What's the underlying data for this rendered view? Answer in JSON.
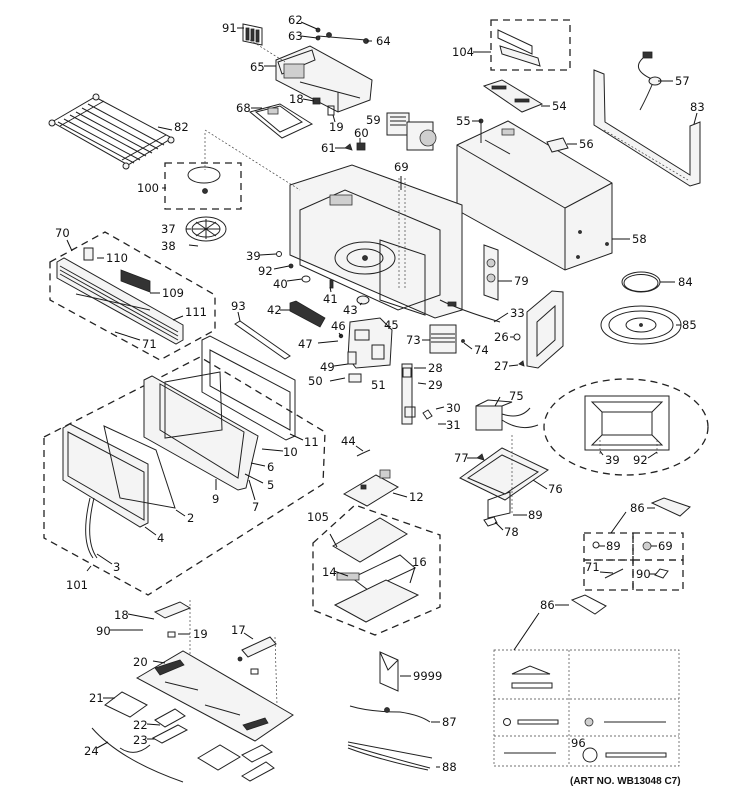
{
  "diagram": {
    "title": "Microwave oven exploded parts diagram",
    "art_number": "(ART NO. WB13048 C7)",
    "callouts": [
      {
        "id": "91",
        "text": "91"
      },
      {
        "id": "62",
        "text": "62"
      },
      {
        "id": "63",
        "text": "63"
      },
      {
        "id": "64",
        "text": "64"
      },
      {
        "id": "65",
        "text": "65"
      },
      {
        "id": "68",
        "text": "68"
      },
      {
        "id": "18a",
        "text": "18"
      },
      {
        "id": "19a",
        "text": "19"
      },
      {
        "id": "82",
        "text": "82"
      },
      {
        "id": "59",
        "text": "59"
      },
      {
        "id": "60",
        "text": "60"
      },
      {
        "id": "61",
        "text": "61"
      },
      {
        "id": "104",
        "text": "104"
      },
      {
        "id": "54",
        "text": "54"
      },
      {
        "id": "55",
        "text": "55"
      },
      {
        "id": "56",
        "text": "56"
      },
      {
        "id": "57",
        "text": "57"
      },
      {
        "id": "83",
        "text": "83"
      },
      {
        "id": "69a",
        "text": "69"
      },
      {
        "id": "100",
        "text": "100"
      },
      {
        "id": "37",
        "text": "37"
      },
      {
        "id": "38",
        "text": "38"
      },
      {
        "id": "39a",
        "text": "39"
      },
      {
        "id": "92a",
        "text": "92"
      },
      {
        "id": "40",
        "text": "40"
      },
      {
        "id": "41",
        "text": "41"
      },
      {
        "id": "43",
        "text": "43"
      },
      {
        "id": "58",
        "text": "58"
      },
      {
        "id": "79",
        "text": "79"
      },
      {
        "id": "84",
        "text": "84"
      },
      {
        "id": "85",
        "text": "85"
      },
      {
        "id": "70",
        "text": "70"
      },
      {
        "id": "110",
        "text": "110"
      },
      {
        "id": "109",
        "text": "109"
      },
      {
        "id": "111",
        "text": "111"
      },
      {
        "id": "71a",
        "text": "71"
      },
      {
        "id": "93",
        "text": "93"
      },
      {
        "id": "42",
        "text": "42"
      },
      {
        "id": "46",
        "text": "46"
      },
      {
        "id": "45",
        "text": "45"
      },
      {
        "id": "47",
        "text": "47"
      },
      {
        "id": "49",
        "text": "49"
      },
      {
        "id": "50",
        "text": "50"
      },
      {
        "id": "51",
        "text": "51"
      },
      {
        "id": "33",
        "text": "33"
      },
      {
        "id": "26",
        "text": "26"
      },
      {
        "id": "27",
        "text": "27"
      },
      {
        "id": "73",
        "text": "73"
      },
      {
        "id": "74",
        "text": "74"
      },
      {
        "id": "28",
        "text": "28"
      },
      {
        "id": "29",
        "text": "29"
      },
      {
        "id": "30",
        "text": "30"
      },
      {
        "id": "31",
        "text": "31"
      },
      {
        "id": "75",
        "text": "75"
      },
      {
        "id": "39b",
        "text": "39"
      },
      {
        "id": "92b",
        "text": "92"
      },
      {
        "id": "11",
        "text": "11"
      },
      {
        "id": "10",
        "text": "10"
      },
      {
        "id": "6",
        "text": "6"
      },
      {
        "id": "5",
        "text": "5"
      },
      {
        "id": "7",
        "text": "7"
      },
      {
        "id": "9",
        "text": "9"
      },
      {
        "id": "2",
        "text": "2"
      },
      {
        "id": "4",
        "text": "4"
      },
      {
        "id": "3",
        "text": "3"
      },
      {
        "id": "101",
        "text": "101"
      },
      {
        "id": "44",
        "text": "44"
      },
      {
        "id": "12",
        "text": "12"
      },
      {
        "id": "77",
        "text": "77"
      },
      {
        "id": "76",
        "text": "76"
      },
      {
        "id": "89a",
        "text": "89"
      },
      {
        "id": "78",
        "text": "78"
      },
      {
        "id": "86a",
        "text": "86"
      },
      {
        "id": "89b",
        "text": "89"
      },
      {
        "id": "69b",
        "text": "69"
      },
      {
        "id": "71b",
        "text": "71"
      },
      {
        "id": "90a",
        "text": "90"
      },
      {
        "id": "105",
        "text": "105"
      },
      {
        "id": "14",
        "text": "14"
      },
      {
        "id": "16",
        "text": "16"
      },
      {
        "id": "18b",
        "text": "18"
      },
      {
        "id": "90b",
        "text": "90"
      },
      {
        "id": "19b",
        "text": "19"
      },
      {
        "id": "17",
        "text": "17"
      },
      {
        "id": "20",
        "text": "20"
      },
      {
        "id": "21",
        "text": "21"
      },
      {
        "id": "22",
        "text": "22"
      },
      {
        "id": "23",
        "text": "23"
      },
      {
        "id": "24",
        "text": "24"
      },
      {
        "id": "9999",
        "text": "9999"
      },
      {
        "id": "87",
        "text": "87"
      },
      {
        "id": "88",
        "text": "88"
      },
      {
        "id": "86b",
        "text": "86"
      },
      {
        "id": "96",
        "text": "96"
      }
    ]
  }
}
